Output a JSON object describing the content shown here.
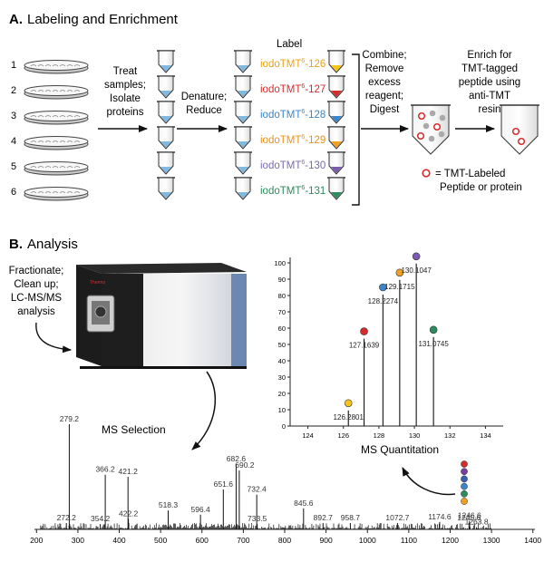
{
  "sectionA": {
    "letter": "A.",
    "title": "Labeling and Enrichment",
    "rows": [
      "1",
      "2",
      "3",
      "4",
      "5",
      "6"
    ],
    "step1": [
      "Treat",
      "samples;",
      "Isolate",
      "proteins"
    ],
    "step2": [
      "Denature;",
      "Reduce"
    ],
    "label_header": "Label",
    "labels": [
      {
        "prefix": "iodoTMT",
        "sup": "6",
        "suffix": "-126",
        "color": "#e8a317",
        "tube": "#f5c518"
      },
      {
        "prefix": "iodoTMT",
        "sup": "6",
        "suffix": "-127",
        "color": "#d62b2b",
        "tube": "#d62b2b"
      },
      {
        "prefix": "iodoTMT",
        "sup": "6",
        "suffix": "-128",
        "color": "#3a86c8",
        "tube": "#3a86c8"
      },
      {
        "prefix": "iodoTMT",
        "sup": "6",
        "suffix": "-129",
        "color": "#e8921e",
        "tube": "#f0a020"
      },
      {
        "prefix": "iodoTMT",
        "sup": "6",
        "suffix": "-130",
        "color": "#7a6bb0",
        "tube": "#7a5bb0"
      },
      {
        "prefix": "iodoTMT",
        "sup": "6",
        "suffix": "-131",
        "color": "#2c8c5c",
        "tube": "#2c8c5c"
      }
    ],
    "step3": [
      "Combine;",
      "Remove",
      "excess",
      "reagent;",
      "Digest"
    ],
    "step4": [
      "Enrich for",
      "TMT-tagged",
      "peptide using",
      "anti-TMT",
      "resin"
    ],
    "legend": [
      "= TMT-Labeled",
      "Peptide or protein"
    ]
  },
  "sectionB": {
    "letter": "B.",
    "title": "Analysis",
    "instrument_note": [
      "Fractionate;",
      "Clean up;",
      "LC-MS/MS",
      "analysis"
    ],
    "ms_selection_label": "MS Selection",
    "ms_quant_label": "MS Quantitation"
  },
  "chart_data": [
    {
      "type": "bar",
      "name": "MS Quantitation",
      "xlim": [
        123,
        135
      ],
      "ylim": [
        0,
        100
      ],
      "xticks": [
        "124",
        "126",
        "128",
        "130",
        "132",
        "134"
      ],
      "yticks": [
        "0",
        "10",
        "20",
        "30",
        "40",
        "50",
        "60",
        "70",
        "80",
        "90",
        "100"
      ],
      "peaks": [
        {
          "x": 126.2801,
          "y": 14,
          "label": "126.2801",
          "color": "#f5c518"
        },
        {
          "x": 127.1639,
          "y": 58,
          "label": "127.1639",
          "color": "#d62b2b"
        },
        {
          "x": 128.2274,
          "y": 85,
          "label": "128.2274",
          "color": "#3a86c8"
        },
        {
          "x": 129.1715,
          "y": 94,
          "label": "129.1715",
          "color": "#f0a020"
        },
        {
          "x": 130.1047,
          "y": 104,
          "label": "130.1047",
          "color": "#7a5bb0"
        },
        {
          "x": 131.0745,
          "y": 59,
          "label": "131.0745",
          "color": "#2c8c5c"
        }
      ]
    },
    {
      "type": "bar",
      "name": "MS Selection",
      "xlim": [
        195,
        1405
      ],
      "ylim": [
        0,
        100
      ],
      "xticks": [
        "200",
        "300",
        "400",
        "500",
        "600",
        "700",
        "800",
        "900",
        "1000",
        "1100",
        "1200",
        "1300",
        "1400"
      ],
      "peaks": [
        {
          "x": 272.2,
          "y": 6,
          "label": "272.2"
        },
        {
          "x": 279.2,
          "y": 100,
          "label": "279.2"
        },
        {
          "x": 354.2,
          "y": 5,
          "label": "354.2"
        },
        {
          "x": 366.2,
          "y": 52,
          "label": "366.2"
        },
        {
          "x": 421.2,
          "y": 50,
          "label": "421.2"
        },
        {
          "x": 422.2,
          "y": 10,
          "label": "422.2"
        },
        {
          "x": 518.3,
          "y": 18,
          "label": "518.3"
        },
        {
          "x": 596.4,
          "y": 14,
          "label": "596.4"
        },
        {
          "x": 651.6,
          "y": 38,
          "label": "651.6"
        },
        {
          "x": 682.6,
          "y": 62,
          "label": "682.6"
        },
        {
          "x": 690.2,
          "y": 56,
          "label": "690.2"
        },
        {
          "x": 732.4,
          "y": 33,
          "label": "732.4"
        },
        {
          "x": 733.5,
          "y": 5,
          "label": "733.5"
        },
        {
          "x": 845.6,
          "y": 20,
          "label": "845.6"
        },
        {
          "x": 892.7,
          "y": 6,
          "label": "892.7"
        },
        {
          "x": 958.7,
          "y": 6,
          "label": "958.7"
        },
        {
          "x": 1072.7,
          "y": 6,
          "label": "1072.7"
        },
        {
          "x": 1174.6,
          "y": 7,
          "label": "1174.6"
        },
        {
          "x": 1245.6,
          "y": 6,
          "label": "1245.6"
        },
        {
          "x": 1246.6,
          "y": 8,
          "label": "1246.6"
        },
        {
          "x": 1263.8,
          "y": 2,
          "label": "1263.8"
        }
      ]
    }
  ],
  "stack_colors": [
    "#d62b2b",
    "#7a3da0",
    "#3a5fb0",
    "#3a86c8",
    "#2c8c5c",
    "#f0a020"
  ]
}
